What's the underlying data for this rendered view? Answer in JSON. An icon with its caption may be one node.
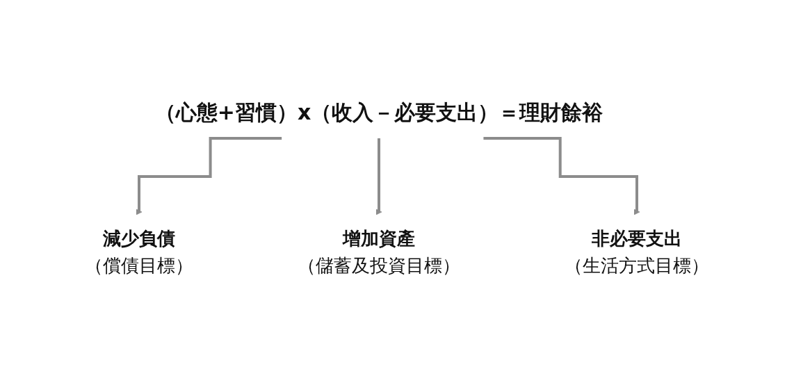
{
  "diagram": {
    "nodes": [
      {
        "text": [
          "（心態+習慣）x（收入－必要支出）＝理財餘裕"
        ]
      },
      {
        "text": [
          "減少負債",
          "（償債目標）"
        ]
      },
      {
        "text": [
          "增加資產",
          "（儲蓄及投資目標）"
        ]
      },
      {
        "text": [
          "非必要支出",
          "（生活方式目標）"
        ]
      }
    ],
    "edges": [
      {
        "from": 0,
        "to": 1,
        "arrow": "to"
      },
      {
        "from": 0,
        "to": 2,
        "arrow": "to"
      },
      {
        "from": 0,
        "to": 3,
        "arrow": "to"
      }
    ]
  }
}
